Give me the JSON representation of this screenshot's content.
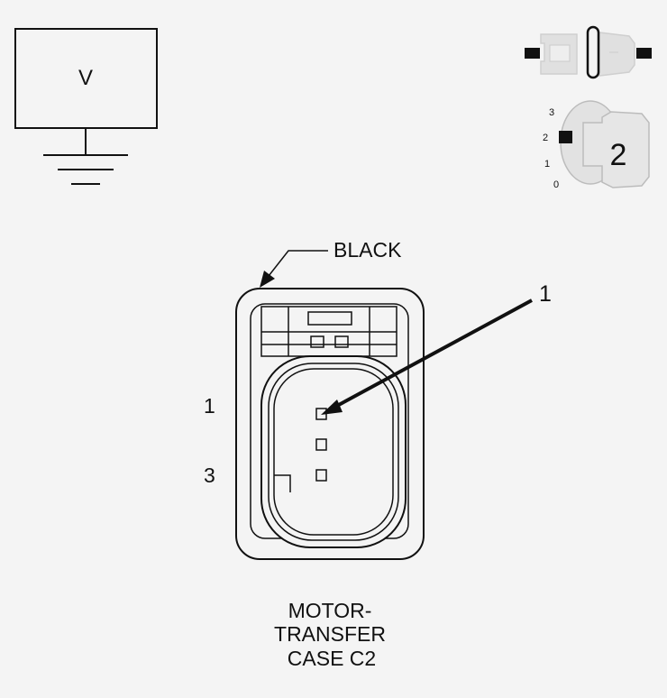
{
  "voltmeter": {
    "symbol": "V"
  },
  "ignition": {
    "positions": [
      "3",
      "2",
      "1",
      "0"
    ],
    "selected": "2"
  },
  "connector": {
    "color_label": "BLACK",
    "callout": "1",
    "pin_labels": [
      "1",
      "3"
    ],
    "caption": [
      "MOTOR-",
      "TRANSFER",
      "CASE C2"
    ]
  }
}
